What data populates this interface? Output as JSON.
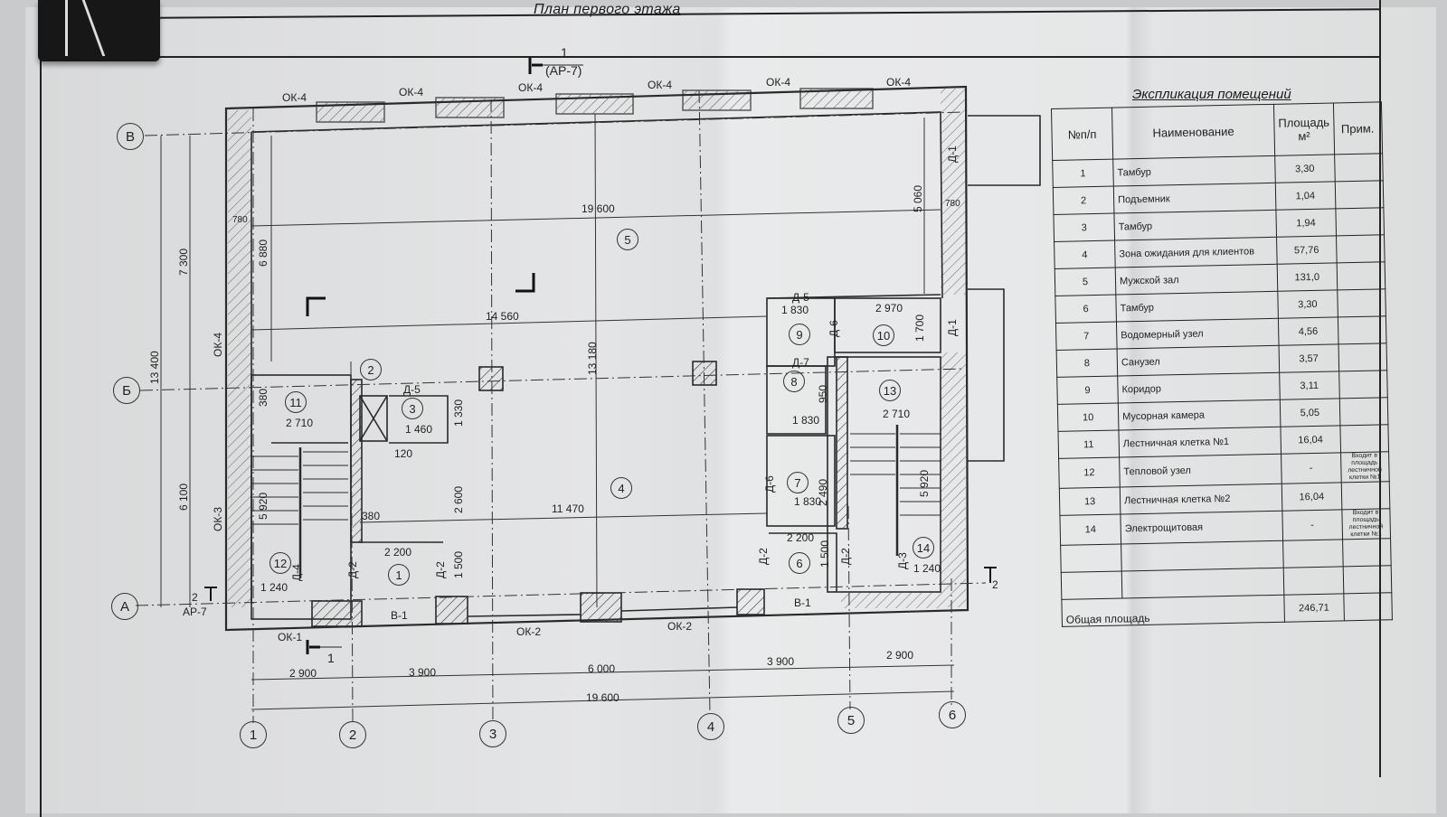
{
  "drawing": {
    "title": "План первого этажа",
    "section_marks": [
      {
        "number": "1",
        "sheet": "(АР-7)",
        "position": "top"
      },
      {
        "number": "1",
        "position": "bottom"
      },
      {
        "number": "2",
        "sheet": "АР-7",
        "position": "left"
      },
      {
        "number": "2",
        "position": "right"
      }
    ],
    "axes_letters": [
      "В",
      "Б",
      "А"
    ],
    "axes_numbers": [
      "1",
      "2",
      "3",
      "4",
      "5",
      "6"
    ],
    "dimensions": {
      "bottom_chain": [
        "2 900",
        "3 900",
        "6 000",
        "3 900",
        "2 900"
      ],
      "bottom_total": "19 600",
      "left_chain": [
        "7 300",
        "6 100"
      ],
      "left_total": "13 400",
      "left_inner": "6 880",
      "hall_width": "19 600",
      "hall_inner": "14 560",
      "hall_depth": "13 180",
      "waiting_width": "11 470",
      "right_wall": "5 060",
      "stair_length": "5 920",
      "misc": [
        "780",
        "780",
        "380",
        "2 710",
        "1 460",
        "1 330",
        "120",
        "2 600",
        "1 500",
        "2 200",
        "1 240",
        "1 830",
        "2 970",
        "1 700",
        "2 490",
        "950",
        "1 830"
      ]
    },
    "elements": {
      "windows": [
        "ОК-1",
        "ОК-2",
        "ОК-2",
        "ОК-3",
        "ОК-4",
        "ОК-4",
        "ОК-4",
        "ОК-4",
        "ОК-4",
        "ОК-4",
        "ОК-4"
      ],
      "doors": [
        "Д-1",
        "Д-1",
        "Д-2",
        "Д-2",
        "Д-2",
        "Д-2",
        "Д-3",
        "Д-4",
        "Д-5",
        "Д-5",
        "Д-6",
        "Д-6",
        "Д-7"
      ],
      "gates": [
        "В-1",
        "В-1"
      ]
    },
    "room_markers": [
      "1",
      "2",
      "3",
      "4",
      "5",
      "6",
      "7",
      "8",
      "9",
      "10",
      "11",
      "12",
      "13",
      "14"
    ]
  },
  "explication": {
    "title": "Экспликация помещений",
    "headers": {
      "num": "№п/п",
      "name": "Наименование",
      "area": "Площадь м²",
      "note": "Прим."
    },
    "rows": [
      {
        "num": "1",
        "name": "Тамбур",
        "area": "3,30",
        "note": ""
      },
      {
        "num": "2",
        "name": "Подъемник",
        "area": "1,04",
        "note": ""
      },
      {
        "num": "3",
        "name": "Тамбур",
        "area": "1,94",
        "note": ""
      },
      {
        "num": "4",
        "name": "Зона ожидания для клиентов",
        "area": "57,76",
        "note": ""
      },
      {
        "num": "5",
        "name": "Мужской зал",
        "area": "131,0",
        "note": ""
      },
      {
        "num": "6",
        "name": "Тамбур",
        "area": "3,30",
        "note": ""
      },
      {
        "num": "7",
        "name": "Водомерный узел",
        "area": "4,56",
        "note": ""
      },
      {
        "num": "8",
        "name": "Санузел",
        "area": "3,57",
        "note": ""
      },
      {
        "num": "9",
        "name": "Коридор",
        "area": "3,11",
        "note": ""
      },
      {
        "num": "10",
        "name": "Мусорная камера",
        "area": "5,05",
        "note": ""
      },
      {
        "num": "11",
        "name": "Лестничная клетка №1",
        "area": "16,04",
        "note": ""
      },
      {
        "num": "12",
        "name": "Тепловой узел",
        "area": "-",
        "note": "Входит в площадь лестничной клетки №1"
      },
      {
        "num": "13",
        "name": "Лестничная клетка №2",
        "area": "16,04",
        "note": ""
      },
      {
        "num": "14",
        "name": "Электрощитовая",
        "area": "-",
        "note": "Входит в площадь лестничной клетки №1"
      },
      {
        "num": "",
        "name": "",
        "area": "",
        "note": ""
      },
      {
        "num": "",
        "name": "",
        "area": "",
        "note": ""
      }
    ],
    "total_label": "Общая площадь",
    "total_area": "246,71"
  }
}
